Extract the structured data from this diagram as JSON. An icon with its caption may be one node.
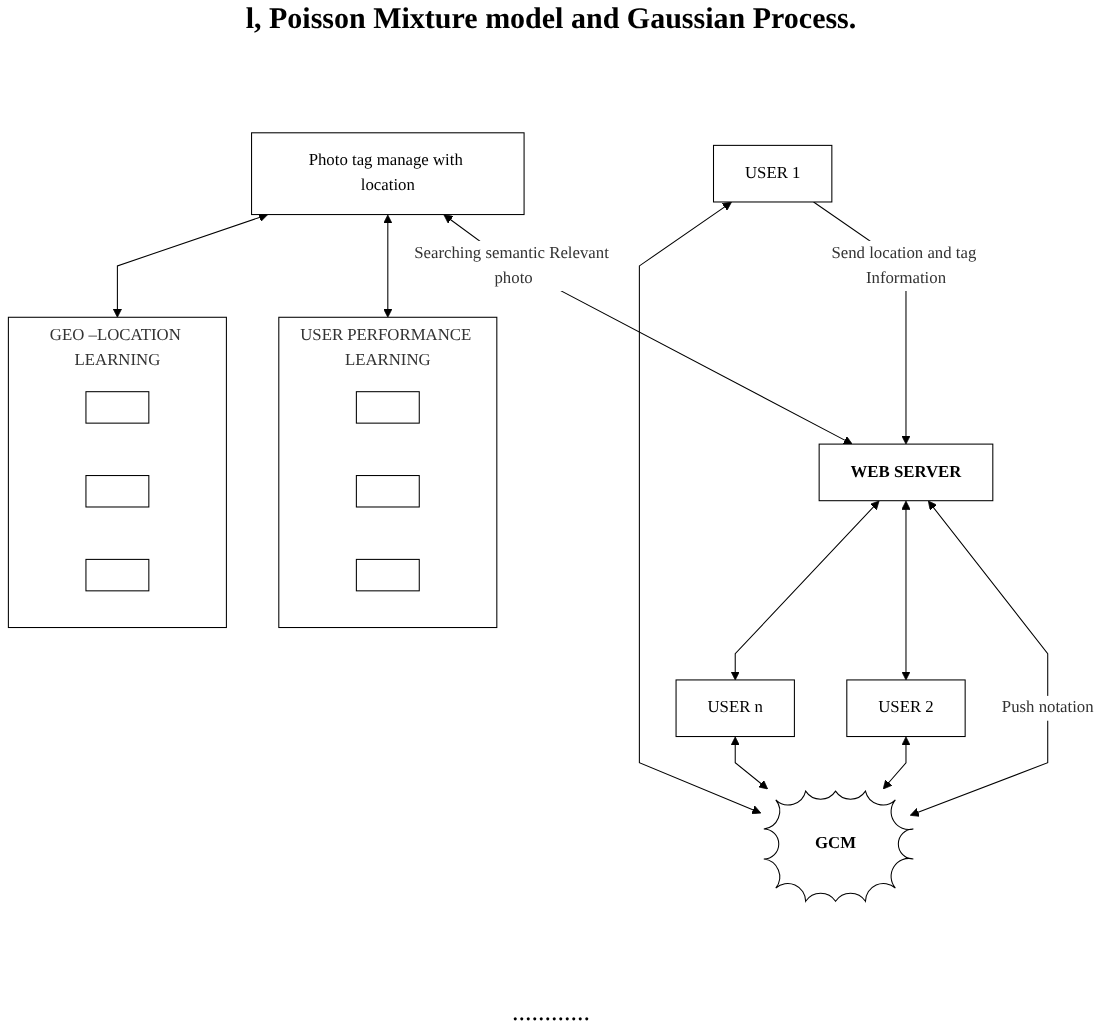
{
  "diagram": {
    "nodes": [
      {
        "text": [
          "USER PERFORMANCE LEARNING"
        ]
      },
      {
        "text": [],
        "shape": "box",
        "in": 0
      },
      {
        "text": [],
        "shape": "box",
        "in": 0
      },
      {
        "text": [],
        "shape": "box",
        "in": 0
      },
      {
        "text": [
          "GEO –LOCATION LEARNING"
        ]
      },
      {
        "text": [],
        "shape": "box",
        "in": 4
      },
      {
        "text": [],
        "shape": "box",
        "in": 4
      },
      {
        "text": [],
        "shape": "box",
        "in": 4
      },
      {
        "text": [
          "Photo tag manage with location"
        ]
      },
      {
        "text": [
          "WEB SERVER"
        ]
      },
      {
        "text": [
          "GCM"
        ]
      },
      {
        "text": [
          "USER 1"
        ]
      },
      {
        "text": [
          "USER 2"
        ]
      },
      {
        "text": [
          "USER n"
        ]
      }
    ],
    "edges": [
      {
        "from": 8,
        "to": 0,
        "arrow": "both"
      },
      {
        "from": 8,
        "to": 4,
        "arrow": "both"
      },
      {
        "from": 8,
        "to": 9,
        "arrow": "both",
        "label": "Searching semantic Relevant photo"
      },
      {
        "from": 9,
        "to": 10,
        "arrow": "both",
        "label": "Push notation"
      },
      {
        "from": 11,
        "to": 9,
        "arrow": "to",
        "label": "Send location and tag Information"
      },
      {
        "from": 11,
        "to": 10,
        "arrow": "both"
      },
      {
        "from": 9,
        "to": 12,
        "arrow": "both"
      },
      {
        "from": 12,
        "to": 10,
        "arrow": "both"
      },
      {
        "from": 9,
        "to": 13,
        "arrow": "both"
      },
      {
        "from": 13,
        "to": 10,
        "arrow": "both"
      }
    ],
    "labels": [
      "l, Poisson Mixture model and Gaussian Process.",
      "............"
    ]
  }
}
